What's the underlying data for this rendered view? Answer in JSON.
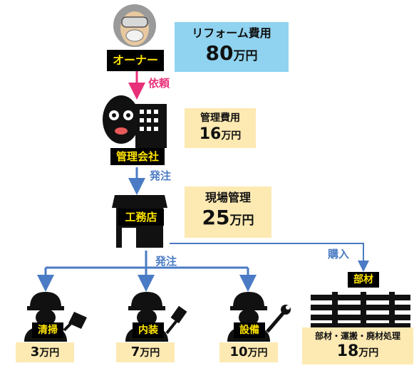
{
  "owner": {
    "label": "オーナー",
    "cost_title": "リフォーム費用",
    "cost_number": "80",
    "cost_unit": "万円"
  },
  "edges": {
    "request": "依頼",
    "order1": "発注",
    "order2": "発注",
    "purchase": "購入"
  },
  "management": {
    "label": "管理会社",
    "cost_title": "管理費用",
    "cost_number": "16",
    "cost_unit": "万円"
  },
  "contractor": {
    "label": "工務店",
    "cost_title": "現場管理",
    "cost_number": "25",
    "cost_unit": "万円"
  },
  "workers": [
    {
      "label": "清掃",
      "cost_number": "3",
      "cost_unit": "万円"
    },
    {
      "label": "内装",
      "cost_number": "7",
      "cost_unit": "万円"
    },
    {
      "label": "設備",
      "cost_number": "10",
      "cost_unit": "万円"
    }
  ],
  "materials": {
    "label": "部材",
    "cost_title": "部材・運搬・廃材処理",
    "cost_number": "18",
    "cost_unit": "万円"
  },
  "colors": {
    "request_arrow": "#e8307a",
    "order_arrow": "#4a7bc4",
    "owner_box": "#8fd3f0",
    "cost_box": "#fde9b2",
    "label_text": "#ffe400"
  }
}
